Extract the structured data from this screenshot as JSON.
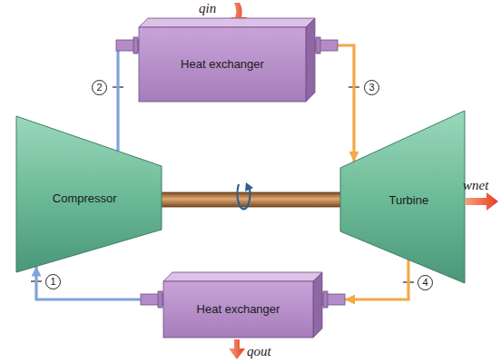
{
  "diagram": {
    "nodes": [
      {
        "text": [
          "Heat exchanger"
        ]
      },
      {
        "text": [
          "Compressor"
        ]
      },
      {
        "text": [
          "Turbine"
        ]
      },
      {
        "text": [
          "Heat exchanger"
        ]
      }
    ],
    "edges": [
      {
        "from": 1,
        "to": 0,
        "arrow": "to"
      },
      {
        "from": 0,
        "to": 2,
        "arrow": "to"
      },
      {
        "from": 2,
        "to": 3,
        "arrow": "to"
      },
      {
        "from": 3,
        "to": 1,
        "arrow": "to"
      }
    ],
    "labels": [
      "qin",
      "2",
      "3",
      "wnet",
      "1",
      "4",
      "qout"
    ]
  }
}
